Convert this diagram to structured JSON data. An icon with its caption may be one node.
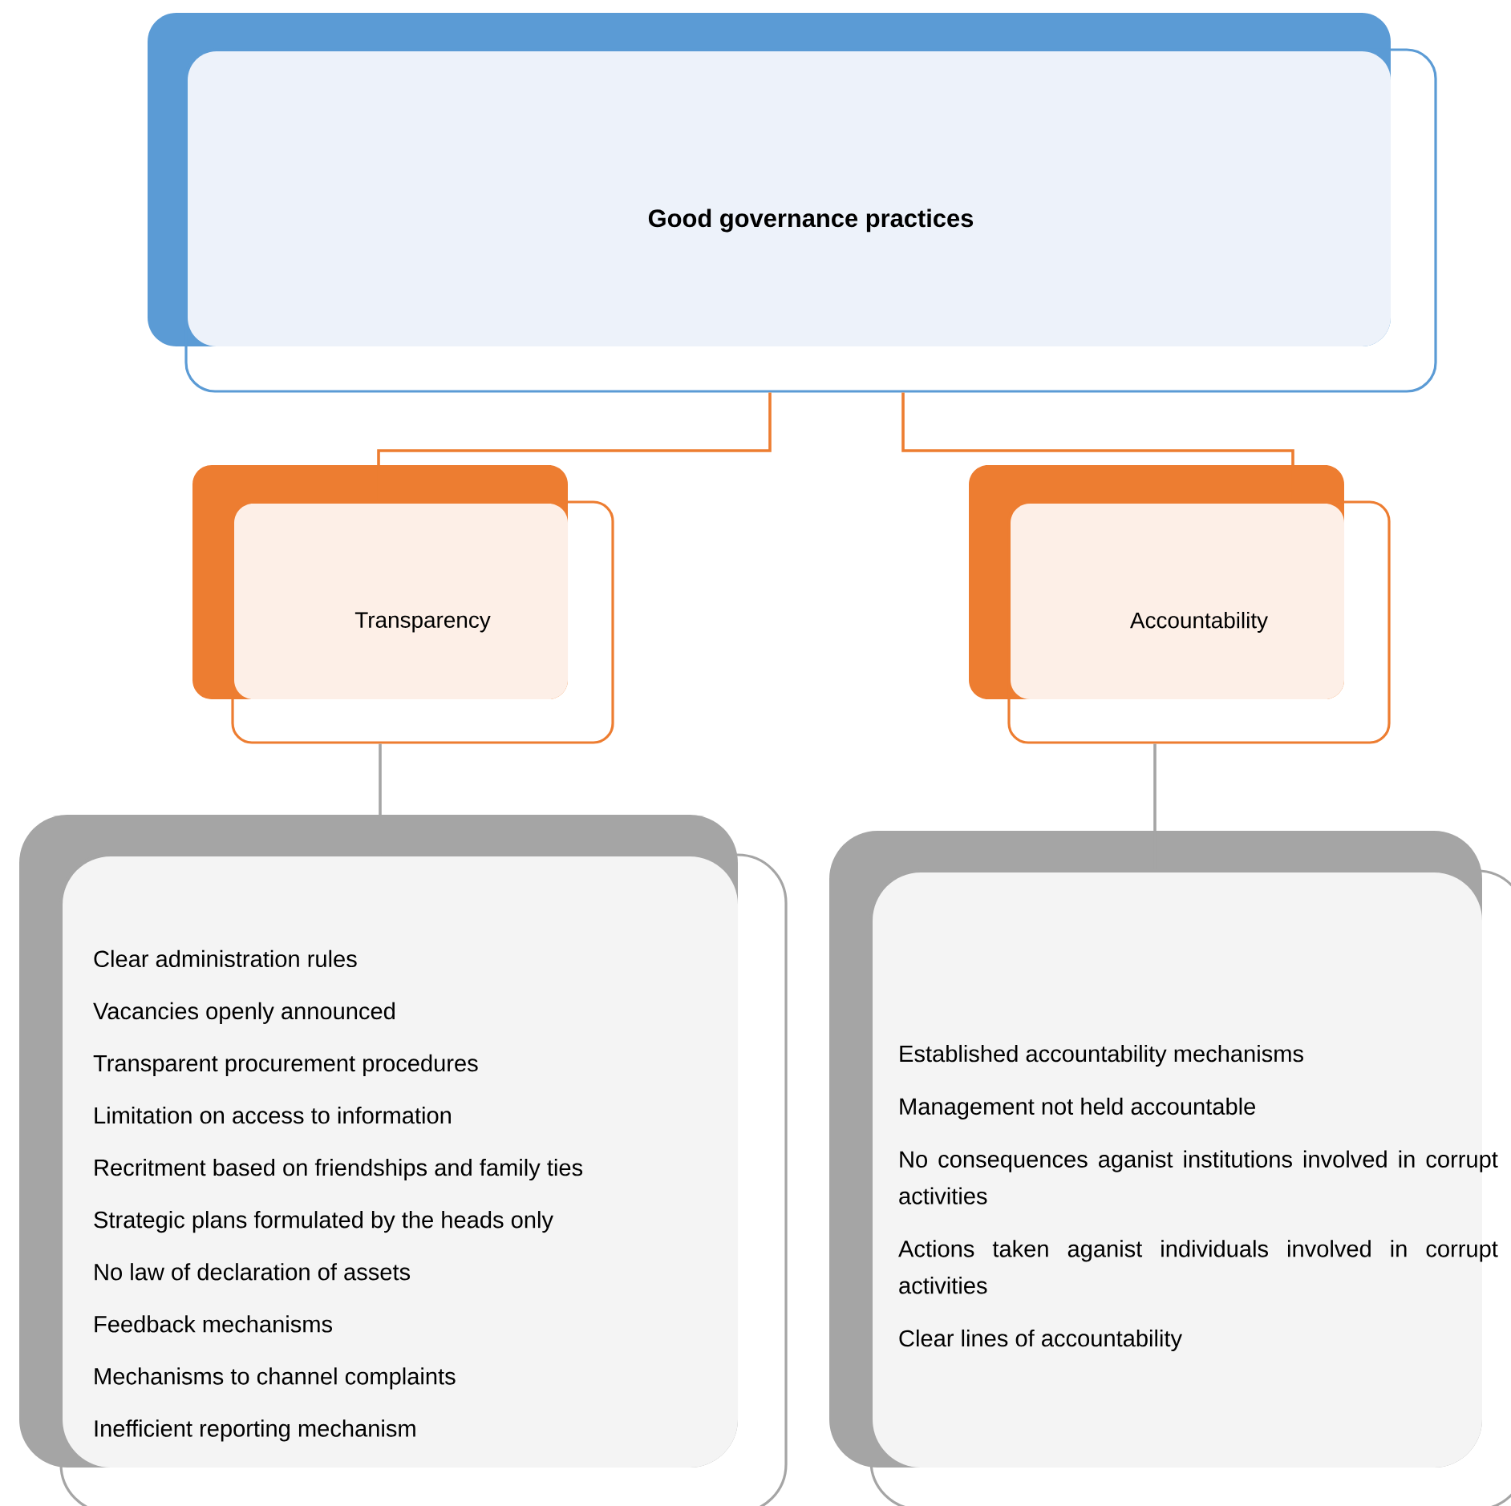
{
  "diagram": {
    "nodes": [
      {
        "text": [
          "Good governance practices"
        ]
      },
      {
        "text": [
          "Transparency"
        ]
      },
      {
        "text": [
          "Accountability"
        ]
      },
      {
        "text": [
          "Clear administration rules",
          "Vacancies openly announced",
          "Transparent procurement procedures",
          "Limitation on access to information",
          "Recritment based on friendships and family ties",
          "Strategic plans formulated by the heads only",
          "No law of declaration of assets",
          "Feedback mechanisms",
          "Mechanisms to channel complaints",
          "Inefficient reporting mechanism"
        ]
      },
      {
        "text": [
          "Established accountability mechanisms",
          "Management not held accountable",
          "No consequences aganist institutions involved in corrupt activities",
          "Actions taken aganist individuals involved in corrupt activities",
          "Clear lines of accountability"
        ]
      }
    ],
    "edges": [
      {
        "from": 0,
        "to": 1,
        "arrow": "none",
        "color": "#ed7d31"
      },
      {
        "from": 0,
        "to": 2,
        "arrow": "none",
        "color": "#ed7d31"
      },
      {
        "from": 1,
        "to": 3,
        "arrow": "none",
        "color": "#a5a5a5"
      },
      {
        "from": 2,
        "to": 4,
        "arrow": "none",
        "color": "#a5a5a5"
      }
    ]
  }
}
